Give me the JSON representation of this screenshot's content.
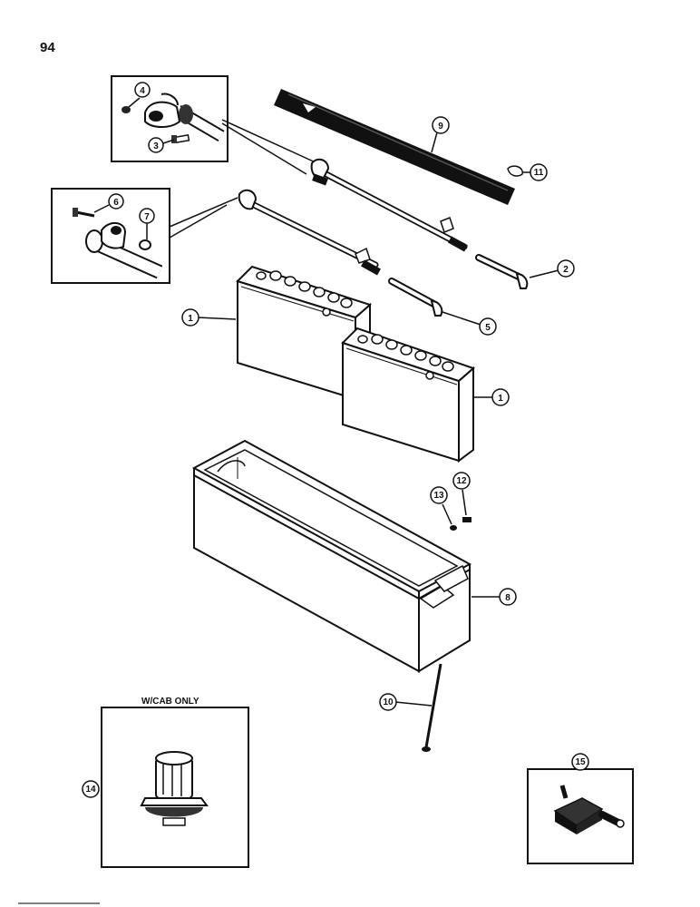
{
  "page_number": "94",
  "inset_cab_label": "W/CAB ONLY",
  "callouts": {
    "c1a": "1",
    "c1b": "1",
    "c2": "2",
    "c3": "3",
    "c4": "4",
    "c5": "5",
    "c6": "6",
    "c7": "7",
    "c8": "8",
    "c9": "9",
    "c10": "10",
    "c11": "11",
    "c12": "12",
    "c13": "13",
    "c14": "14",
    "c15": "15"
  }
}
